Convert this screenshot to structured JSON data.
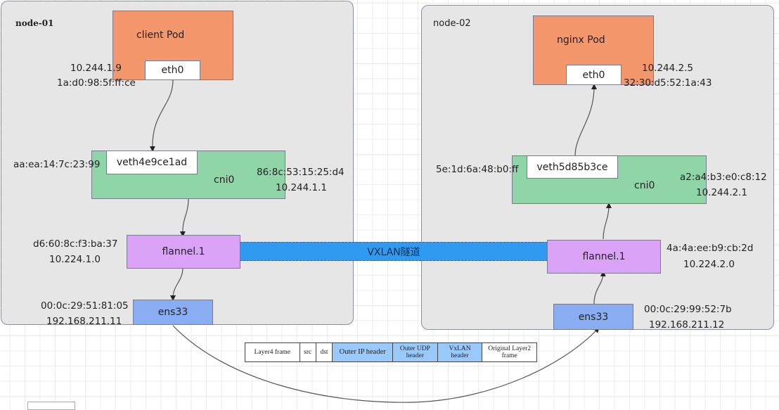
{
  "nodes": [
    {
      "title": "node-01",
      "pod": {
        "label": "client Pod",
        "iface": "eth0",
        "ip": "10.244.1.9",
        "mac": "1a:d0:98:5f:ff:ce"
      },
      "veth": {
        "label": "veth4e9ce1ad",
        "mac": "aa:ea:14:7c:23:99"
      },
      "cni": {
        "label": "cni0",
        "mac": "86:8c:53:15:25:d4",
        "ip": "10.244.1.1"
      },
      "flannel": {
        "label": "flannel.1",
        "mac": "d6:60:8c:f3:ba:37",
        "ip": "10.224.1.0"
      },
      "ens": {
        "label": "ens33",
        "mac": "00:0c:29:51:81:05",
        "ip": "192.168.211.11"
      }
    },
    {
      "title": "node-02",
      "pod": {
        "label": "nginx Pod",
        "iface": "eth0",
        "ip": "10.244.2.5",
        "mac": "32:30:d5:52:1a:43"
      },
      "veth": {
        "label": "veth5d85b3ce",
        "mac": "5e:1d:6a:48:b0:ff"
      },
      "cni": {
        "label": "cni0",
        "mac": "a2:a4:b3:e0:c8:12",
        "ip": "10.244.2.1"
      },
      "flannel": {
        "label": "flannel.1",
        "mac": "4a:4a:ee:b9:cb:2d",
        "ip": "10.224.2.0"
      },
      "ens": {
        "label": "ens33",
        "mac": "00:0c:29:99:52:7b",
        "ip": "192.168.211.12"
      }
    }
  ],
  "tunnel": {
    "label": "VXLAN隧道"
  },
  "packet": {
    "fields": [
      {
        "label": "Layer4 frame",
        "highlight": false
      },
      {
        "label": "src",
        "highlight": false
      },
      {
        "label": "dst",
        "highlight": false
      },
      {
        "label": "Outer IP header",
        "highlight": true
      },
      {
        "label": "Outer UDP header",
        "highlight": true
      },
      {
        "label": "VxLAN header",
        "highlight": true
      },
      {
        "label": "Original Layer2 frame",
        "highlight": false
      }
    ]
  },
  "colors": {
    "pod": "#f4976c",
    "cni": "#90d5a8",
    "flannel": "#daa3f7",
    "ens": "#88adf3",
    "tunnel": "#2e9af0",
    "packet_header": "#99c9fb",
    "node_bg": "#e6e6e6"
  }
}
